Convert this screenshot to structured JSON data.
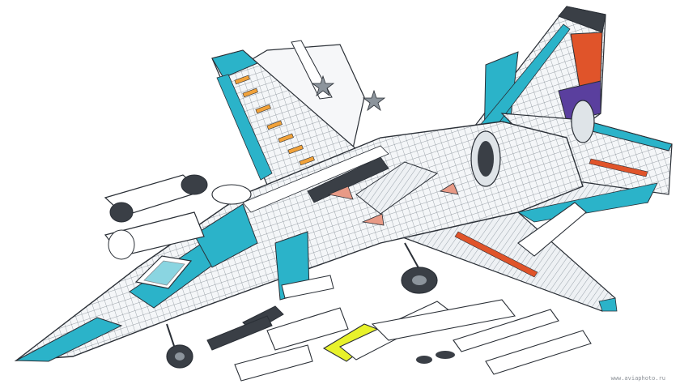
{
  "illustration": {
    "subject": "cutaway-jet-aircraft",
    "palette": {
      "background": "#ffffff",
      "line": "#2a2f36",
      "structure": "#e9edf1",
      "hatch": "#cfd6dc",
      "accent_cyan": "#2bb3c9",
      "tail_orange": "#e0542a",
      "tail_purple": "#5a3f9e",
      "tail_dark": "#3a3f46",
      "pylon_orange": "#f1a23a",
      "salmon": "#e89a86",
      "store_highlight": "#e8f22b",
      "star_grey": "#8c949c"
    },
    "parts": [
      "nose-cone",
      "cockpit-canopy",
      "avionics-bays",
      "fuselage-frames",
      "left-wing",
      "right-wing",
      "vertical-fin",
      "engine-section",
      "main-gear",
      "nose-gear",
      "intake-ramp",
      "tail-stabilizer",
      "underwing-stores"
    ]
  },
  "watermark": "www.aviaphoto.ru"
}
